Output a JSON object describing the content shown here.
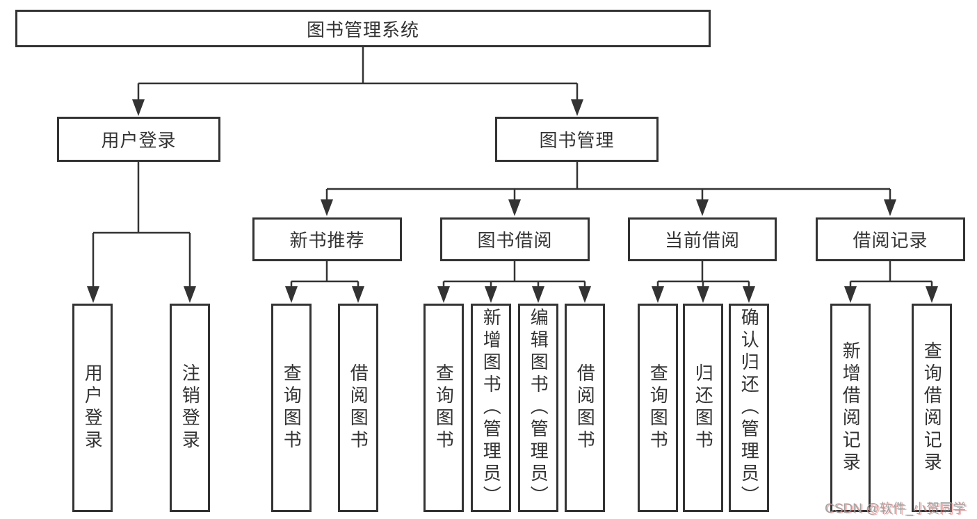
{
  "diagram": {
    "title_node": "图书管理系统",
    "colors": {
      "line": "#333333",
      "text": "#333333",
      "background": "#ffffff",
      "watermark_gray": "#9e9e9e",
      "watermark_red_shadow": "#e05a5a"
    },
    "nodes": {
      "root": "图书管理系统",
      "user_login": "用户登录",
      "book_management": "图书管理",
      "new_book_recommend": "新书推荐",
      "book_borrow": "图书借阅",
      "current_borrow": "当前借阅",
      "borrow_record": "借阅记录",
      "leaf_user_login": "用户登录",
      "leaf_logout": "注销登录",
      "leaf_query_book_a": "查询图书",
      "leaf_borrow_book_a": "借阅图书",
      "leaf_query_book_b": "查询图书",
      "leaf_add_book_admin": "新增图书（管理员）",
      "leaf_edit_book_admin": "编辑图书（管理员）",
      "leaf_borrow_book_b": "借阅图书",
      "leaf_query_book_c": "查询图书",
      "leaf_return_book": "归还图书",
      "leaf_confirm_return_admin": "确认归还（管理员）",
      "leaf_add_borrow_record": "新增借阅记录",
      "leaf_query_borrow_record": "查询借阅记录"
    }
  },
  "watermark": "CSDN @软件_小贺同学"
}
